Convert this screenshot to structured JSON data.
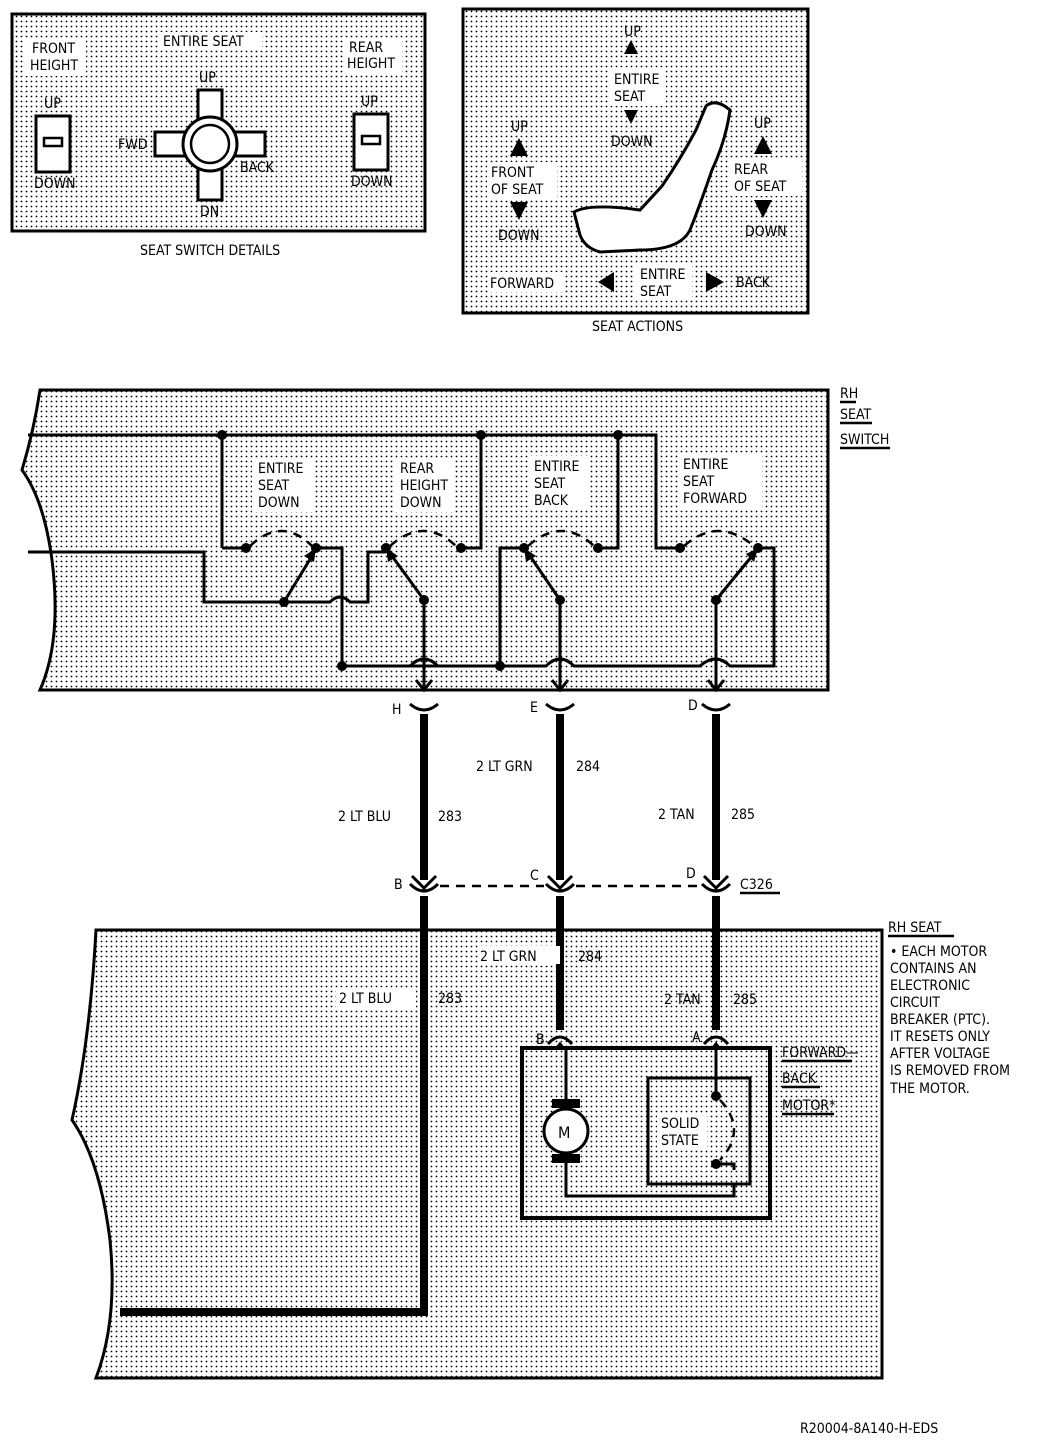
{
  "switch_details": {
    "front_height": "FRONT",
    "front_height_2": "HEIGHT",
    "entire_seat": "ENTIRE SEAT",
    "rear_height": "REAR",
    "rear_height_2": "HEIGHT",
    "up_left": "UP",
    "down_left": "DOWN",
    "up_center": "UP",
    "fwd": "FWD",
    "back": "BACK",
    "dn": "DN",
    "up_right": "UP",
    "down_right": "DOWN",
    "caption": "SEAT SWITCH DETAILS"
  },
  "seat_actions": {
    "up_top": "UP",
    "entire_1": "ENTIRE",
    "seat_1": "SEAT",
    "down_mid": "DOWN",
    "up_left": "UP",
    "front_1": "FRONT",
    "front_2": "OF SEAT",
    "down_left": "DOWN",
    "up_right": "UP",
    "rear_1": "REAR",
    "rear_2": "OF SEAT",
    "down_right": "DOWN",
    "forward": "FORWARD",
    "entire_2": "ENTIRE",
    "seat_2": "SEAT",
    "back": "BACK",
    "caption": "SEAT ACTIONS"
  },
  "switch": {
    "label_1": "RH",
    "label_2": "SEAT",
    "label_3": "SWITCH",
    "c1": [
      "ENTIRE",
      "SEAT",
      "DOWN"
    ],
    "c2": [
      "REAR",
      "HEIGHT",
      "DOWN"
    ],
    "c3": [
      "ENTIRE",
      "SEAT",
      "BACK"
    ],
    "c4": [
      "ENTIRE",
      "SEAT",
      "FORWARD"
    ]
  },
  "connectors_top": {
    "h": "H",
    "e": "E",
    "d": "D"
  },
  "wires_upper": {
    "lt_grn": "2 LT GRN",
    "lt_grn_num": "284",
    "lt_blu": "2 LT BLU",
    "lt_blu_num": "283",
    "tan": "2 TAN",
    "tan_num": "285"
  },
  "connectors_mid": {
    "b": "B",
    "c": "C",
    "d": "D",
    "name": "C326"
  },
  "seat": {
    "label": "RH SEAT",
    "note": [
      "• EACH MOTOR",
      "CONTAINS AN",
      "ELECTRONIC",
      "CIRCUIT",
      "BREAKER (PTC).",
      "IT RESETS ONLY",
      "AFTER VOLTAGE",
      "IS REMOVED FROM",
      "THE MOTOR."
    ],
    "lt_grn": "2 LT GRN",
    "lt_grn_num": "284",
    "lt_blu": "2 LT BLU",
    "lt_blu_num": "283",
    "tan": "2 TAN",
    "tan_num": "285",
    "pin_b": "B",
    "pin_a": "A",
    "motor_1": "FORWARD—",
    "motor_2": "BACK",
    "motor_3": "MOTOR*",
    "m": "M",
    "solid_1": "SOLID",
    "solid_2": "STATE"
  },
  "ref_code": "R20004-8A140-H-EDS"
}
